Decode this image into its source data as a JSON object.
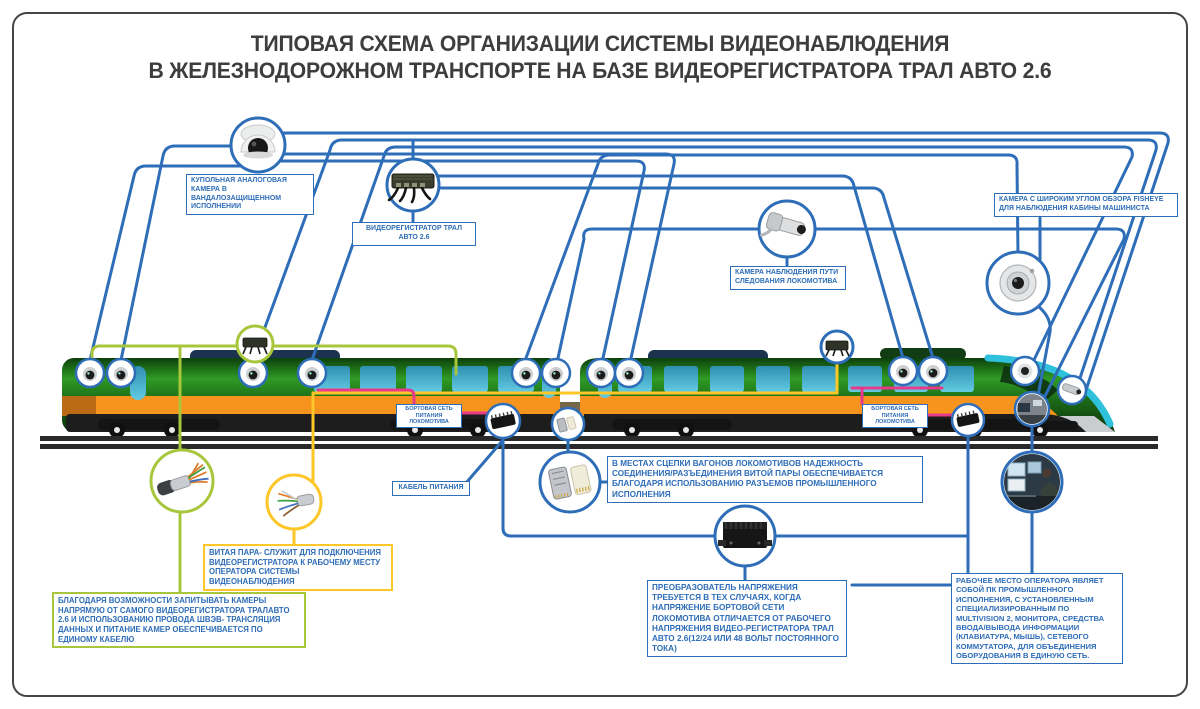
{
  "title": {
    "line1": "ТИПОВАЯ СХЕМА ОРГАНИЗАЦИИ СИСТЕМЫ ВИДЕОНАБЛЮДЕНИЯ",
    "line2": "В ЖЕЛЕЗНОДОРОЖНОМ ТРАНСПОРТЕ НА БАЗЕ ВИДЕОРЕГИСТРАТОРА ТРАЛ АВТО 2.6"
  },
  "callouts": {
    "dome_camera": {
      "text": "КУПОЛЬНАЯ АНАЛОГОВАЯ КАМЕРА В ВАНДАЛОЗАЩИЩЕННОМ ИСПОЛНЕНИИ"
    },
    "dvr": {
      "text": "ВИДЕОРЕГИСТРАТОР ТРАЛ АВТО 2.6"
    },
    "route_camera": {
      "text": "КАМЕРА НАБЛЮДЕНИЯ ПУТИ СЛЕДОВАНИЯ ЛОКОМОТИВА"
    },
    "fisheye_camera": {
      "text": "КАМЕРА С ШИРОКИМ УГЛОМ ОБЗОРА FISHEYE ДЛЯ НАБЛЮДЕНИЯ КАБИНЫ МАШИНИСТА"
    },
    "onboard_power_1": {
      "text": "БОРТОВАЯ СЕТЬ ПИТАНИЯ ЛОКОМОТИВА"
    },
    "onboard_power_2": {
      "text": "БОРТОВАЯ СЕТЬ ПИТАНИЯ ЛОКОМОТИВА"
    },
    "power_cable": {
      "text": "КАБЕЛЬ ПИТАНИЯ"
    },
    "coupling_note": {
      "text": "В МЕСТАХ СЦЕПКИ ВАГОНОВ ЛОКОМОТИВОВ НАДЕЖНОСТЬ СОЕДИНЕНИЯ/РАЗЪЕДИНЕНИЯ ВИТОЙ ПАРЫ ОБЕСПЕЧИВАЕТСЯ БЛАГОДАРЯ ИСПОЛЬЗОВАНИЮ РАЗЪЕМОВ ПРОМЫШЛЕННОГО ИСПОЛНЕНИЯ"
    },
    "twisted_pair_note": {
      "text": "ВИТАЯ ПАРА- СЛУЖИТ ДЛЯ ПОДКЛЮЧЕНИЯ ВИДЕОРЕГИСТРАТОРА К РАБОЧЕМУ МЕСТУ ОПЕРАТОРА СИСТЕМЫ ВИДЕОНАБЛЮДЕНИЯ"
    },
    "shvev_note": {
      "text": "БЛАГОДАРЯ ВОЗМОЖНОСТИ ЗАПИТЫВАТЬ КАМЕРЫ НАПРЯМУЮ ОТ САМОГО ВИДЕОРЕГИСТРАТОРА ТРАЛАВТО 2.6 И ИСПОЛЬЗОВАНИЮ ПРОВОДА ШВЭВ- ТРАНСЛЯЦИЯ ДАННЫХ И ПИТАНИЕ КАМЕР ОБЕСПЕЧИВАЕТСЯ ПО ЕДИНОМУ КАБЕЛЮ"
    },
    "converter_note": {
      "text": "ПРЕОБРАЗОВАТЕЛЬ НАПРЯЖЕНИЯ ТРЕБУЕТСЯ В ТЕХ СЛУЧАЯХ, КОГДА НАПРЯЖЕНИЕ БОРТОВОЙ СЕТИ ЛОКОМОТИВА ОТЛИЧАЕТСЯ ОТ РАБОЧЕГО НАПРЯЖЕНИЯ ВИДЕО-РЕГИСТРАТОРА ТРАЛ АВТО 2.6(12/24 ИЛИ 48 ВОЛЬТ ПОСТОЯННОГО ТОКА)"
    },
    "workstation_note": {
      "text": "РАБОЧЕЕ МЕСТО ОПЕРАТОРА ЯВЛЯЕТ СОБОЙ ПК ПРОМЫШЛЕННОГО ИСПОЛНЕНИЯ, С УСТАНОВЛЕННЫМ СПЕЦИАЛИЗИРОВАННЫМ ПО MULTIVISION 2, МОНИТОРА, СРЕДСТВА ВВОДА/ВЫВОДА ИНФОРМАЦИИ (КЛАВИАТУРА, МЫШЬ), СЕТЕВОГО КОММУТАТОРА, ДЛЯ ОБЪЕДИНЕНИЯ ОБОРУДОВАНИЯ В ЕДИНУЮ СЕТЬ."
    }
  },
  "colors": {
    "blue": "#2e6db8",
    "lime": "#a8c63c",
    "yellow": "#fdc629",
    "pink": "#e83a8a",
    "orange": "#f7941e",
    "train_green": "#1c6b15",
    "window_teal": "#45aecb",
    "track": "#2e2e2e",
    "title": "#3d3d3f"
  }
}
